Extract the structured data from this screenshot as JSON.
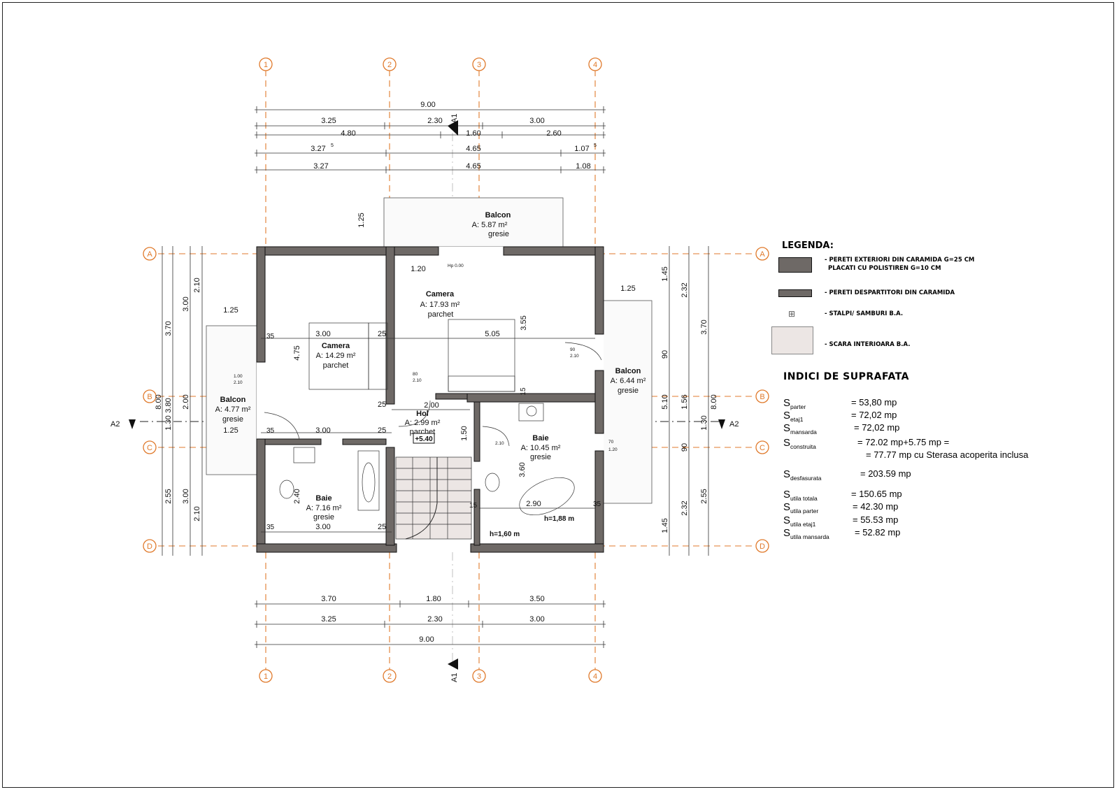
{
  "axes": {
    "columns": [
      "1",
      "2",
      "3",
      "4"
    ],
    "rows": [
      "A",
      "B",
      "C",
      "D"
    ]
  },
  "section_marks": {
    "a1": "A1",
    "a2": "A2"
  },
  "dimensions": {
    "top_total": "9.00",
    "top_row1": [
      "3.25",
      "2.30",
      "3.00"
    ],
    "top_row2": [
      "4.80",
      "1.60",
      "2.60"
    ],
    "top_row3": [
      "3.27",
      "4.65",
      "1.07"
    ],
    "top_row3_sup": [
      "5",
      "5"
    ],
    "top_row4": [
      "3.27",
      "4.65",
      "1.08"
    ],
    "bottom_row1": [
      "3.70",
      "1.80",
      "3.50"
    ],
    "bottom_row2": [
      "3.25",
      "2.30",
      "3.00"
    ],
    "bottom_total": "9.00",
    "left_outer": [
      "3.70",
      "3.80",
      "2.55"
    ],
    "left_mid": [
      "3.00",
      "2.00",
      "1.30",
      "3.00"
    ],
    "left_inner": [
      "2.10",
      "2.10"
    ],
    "left_total": "8.00",
    "right_outer": [
      "1.45",
      "90",
      "1.56",
      "90",
      "1.45"
    ],
    "right_mid": [
      "2.32",
      "5.10",
      "2.32"
    ],
    "right_inner": [
      "3.70",
      "1.30",
      "2.55"
    ],
    "right_total": "8.00",
    "balcon_top_depth": "1.25"
  },
  "rooms": [
    {
      "name": "Balcon",
      "area": "A: 5.87 m²",
      "finish": "gresie"
    },
    {
      "name": "Camera",
      "area": "A: 17.93 m²",
      "finish": "parchet"
    },
    {
      "name": "Camera",
      "area": "A: 14.29 m²",
      "finish": "parchet"
    },
    {
      "name": "Balcon",
      "area": "A: 4.77 m²",
      "finish": "gresie"
    },
    {
      "name": "Balcon",
      "area": "A: 6.44 m²",
      "finish": "gresie"
    },
    {
      "name": "Hol",
      "area": "A: 2.99 m²",
      "finish": "parchet"
    },
    {
      "name": "Baie",
      "area": "A: 10.45 m²",
      "finish": "gresie"
    },
    {
      "name": "Baie",
      "area": "A: 7.16 m²",
      "finish": "gresie"
    }
  ],
  "interior_dims": {
    "w35": "35",
    "w25": "25",
    "w15": "15",
    "cam1_w": "3.00",
    "cam1_h": "4.75",
    "cam2_w": "5.05",
    "cam2_h": "3.55",
    "hol_w": "2.00",
    "hol_h": "1.50",
    "baie1_w": "3.00",
    "baie1_h": "2.40",
    "baie1_w2": "3.00",
    "baie2_w": "2.90",
    "baie2_h": "3.60",
    "bal_l": "1.25",
    "bal_r": "1.25",
    "b120": "1.20",
    "level": "+5.40",
    "h160": "h=1,60 m",
    "h188": "h=1,88 m",
    "door_small": [
      "1.00",
      "2.10",
      "80",
      "2.10",
      "90",
      "2.10",
      "70",
      "2.10",
      "1.20",
      "Hp 0.00"
    ]
  },
  "legend": {
    "title": "LEGENDA:",
    "items": [
      "- PERETI EXTERIORI DIN CARAMIDA G=25 CM",
      "PLACATI CU POLISTIREN G=10 CM",
      "- PERETI DESPARTITORI DIN CARAMIDA",
      "- STALPI/ SAMBURI B.A.",
      "- SCARA INTERIOARA B.A."
    ]
  },
  "indici": {
    "title": "INDICI DE  SUPRAFATA",
    "rows": [
      {
        "s": "S",
        "sub": "parter",
        "value": "= 53,80 mp"
      },
      {
        "s": "S",
        "sub": "etaj1",
        "value": "= 72,02 mp"
      },
      {
        "s": "S",
        "sub": "mansarda",
        "value": "=  72,02 mp"
      },
      {
        "s": "S",
        "sub": "construita",
        "value": "= 72.02 mp+5.75 mp ="
      },
      {
        "s": "",
        "sub": "",
        "value": "= 77.77 mp cu Sterasa acoperita inclusa"
      },
      {
        "s": "S",
        "sub": "desfasurata",
        "value": "= 203.59 mp"
      },
      {
        "s": "S",
        "sub": "utila totala",
        "value": "= 150.65 mp"
      },
      {
        "s": "S",
        "sub": "utila parter",
        "value": "=  42.30 mp"
      },
      {
        "s": "S",
        "sub": "utila etaj1",
        "value": "=  55.53 mp"
      },
      {
        "s": "S",
        "sub": "utila mansarda",
        "value": "= 52.82 mp"
      }
    ]
  },
  "colors": {
    "axis": "#e07a2c",
    "wall": "#6e6966"
  }
}
